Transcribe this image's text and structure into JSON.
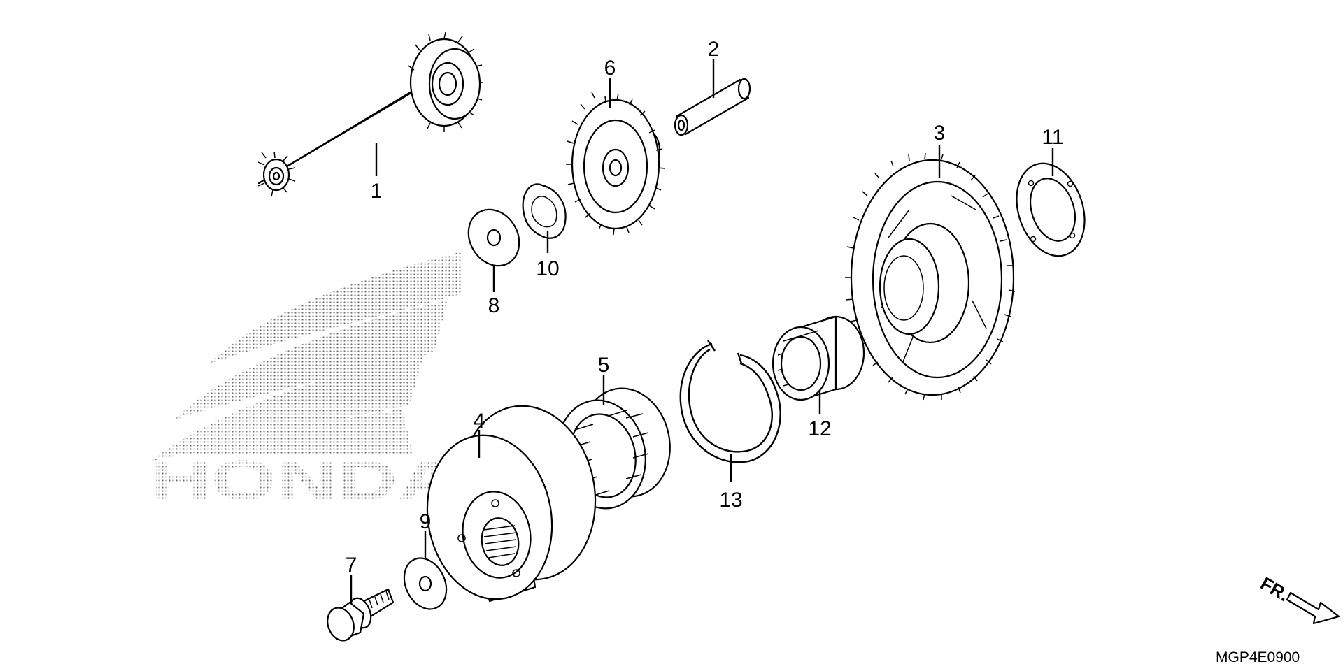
{
  "diagram": {
    "parts": [
      {
        "ref": "1"
      },
      {
        "ref": "2"
      },
      {
        "ref": "3"
      },
      {
        "ref": "4"
      },
      {
        "ref": "5"
      },
      {
        "ref": "6"
      },
      {
        "ref": "7"
      },
      {
        "ref": "8"
      },
      {
        "ref": "9"
      },
      {
        "ref": "10"
      },
      {
        "ref": "11"
      },
      {
        "ref": "12"
      },
      {
        "ref": "13"
      }
    ],
    "watermark": "HONDA",
    "direction_label": "FR.",
    "diagram_code": "MGP4E0900"
  }
}
